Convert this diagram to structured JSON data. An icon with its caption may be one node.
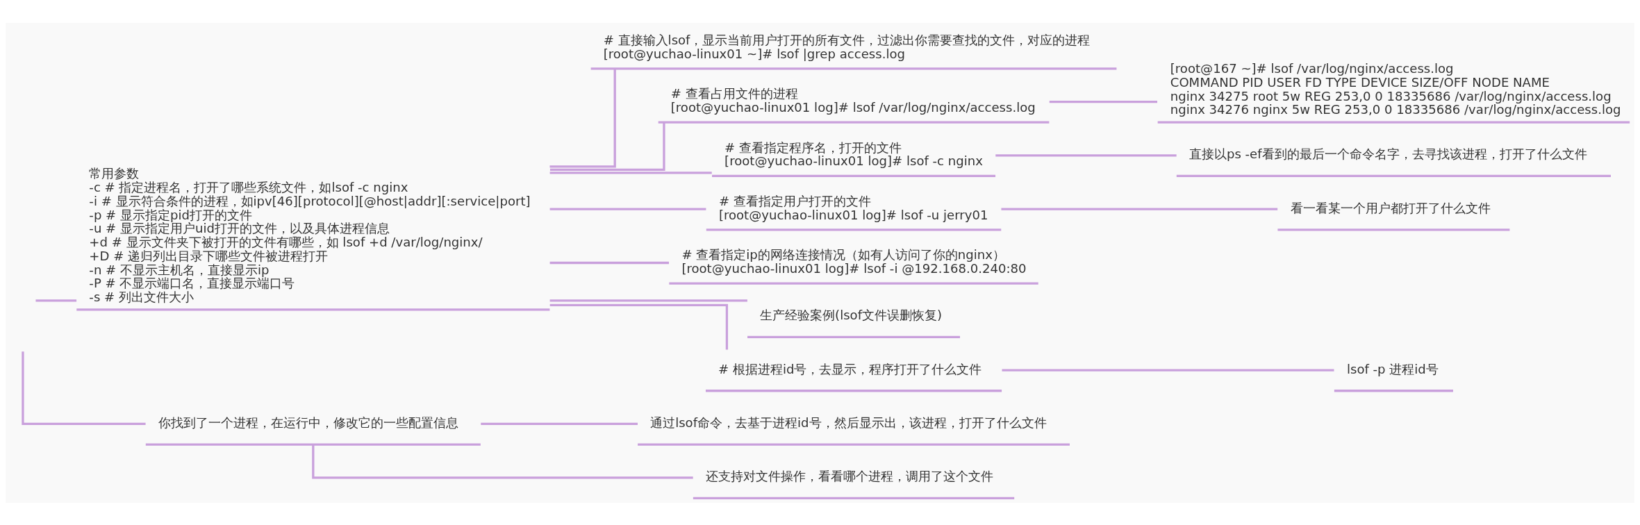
{
  "diagram": {
    "nodes": [
      {
        "text": [
          "常用参数",
          "-c # 指定进程名，打开了哪些系统文件，如lsof -c nginx",
          "-i # 显示符合条件的进程，如ipv[46][protocol][@host|addr][:service|port]",
          "-p # 显示指定pid打开的文件",
          "-u # 显示指定用户uid打开的文件，以及具体进程信息",
          "+d # 显示文件夹下被打开的文件有哪些，如 lsof +d /var/log/nginx/",
          "+D # 递归列出目录下哪些文件被进程打开",
          "-n # 不显示主机名，直接显示ip",
          "-P # 不显示端口名，直接显示端口号",
          "-s # 列出文件大小"
        ]
      },
      {
        "text": [
          "# 直接输入lsof，显示当前用户打开的所有文件，过滤出你需要查找的文件，对应的进程",
          "[root@yuchao-linux01 ~]# lsof |grep access.log"
        ]
      },
      {
        "text": [
          "# 查看占用文件的进程",
          "[root@yuchao-linux01 log]# lsof /var/log/nginx/access.log"
        ]
      },
      {
        "text": [
          "[root@167 ~]# lsof /var/log/nginx/access.log",
          "COMMAND PID USER FD TYPE DEVICE SIZE/OFF NODE NAME",
          "nginx 34275 root 5w REG 253,0 0 18335686 /var/log/nginx/access.log",
          "nginx 34276 nginx 5w REG 253,0 0 18335686 /var/log/nginx/access.log"
        ]
      },
      {
        "text": [
          "# 查看指定程序名，打开的文件",
          "[root@yuchao-linux01 log]# lsof -c nginx"
        ]
      },
      {
        "text": [
          "直接以ps -ef看到的最后一个命令名字，去寻找该进程，打开了什么文件"
        ]
      },
      {
        "text": [
          "# 查看指定用户打开的文件",
          "[root@yuchao-linux01 log]# lsof -u jerry01"
        ]
      },
      {
        "text": [
          "看一看某一个用户都打开了什么文件"
        ]
      },
      {
        "text": [
          "# 查看指定ip的网络连接情况（如有人访问了你的nginx）",
          "[root@yuchao-linux01 log]# lsof -i @192.168.0.240:80"
        ]
      },
      {
        "text": [
          "生产经验案例(lsof文件误删恢复)"
        ]
      },
      {
        "text": [
          "# 根据进程id号，去显示，程序打开了什么文件"
        ]
      },
      {
        "text": [
          "lsof -p 进程id号"
        ]
      },
      {
        "text": [
          "你找到了一个进程，在运行中，修改它的一些配置信息"
        ]
      },
      {
        "text": [
          "通过lsof命令，去基于进程id号，然后显示出，该进程，打开了什么文件"
        ]
      },
      {
        "text": [
          "还支持对文件操作，看看哪个进程，调用了这个文件"
        ]
      }
    ],
    "edges": [
      {
        "from": null,
        "to": 0,
        "arrow": "none"
      },
      {
        "from": null,
        "to": 12,
        "arrow": "none"
      },
      {
        "from": 0,
        "to": 1,
        "arrow": "none"
      },
      {
        "from": 0,
        "to": 2,
        "arrow": "none"
      },
      {
        "from": 0,
        "to": 4,
        "arrow": "none"
      },
      {
        "from": 0,
        "to": 6,
        "arrow": "none"
      },
      {
        "from": 0,
        "to": 8,
        "arrow": "none"
      },
      {
        "from": 0,
        "to": 9,
        "arrow": "none"
      },
      {
        "from": 0,
        "to": 10,
        "arrow": "none"
      },
      {
        "from": 2,
        "to": 3,
        "arrow": "none"
      },
      {
        "from": 4,
        "to": 5,
        "arrow": "none"
      },
      {
        "from": 6,
        "to": 7,
        "arrow": "none"
      },
      {
        "from": 10,
        "to": 11,
        "arrow": "none"
      },
      {
        "from": 12,
        "to": 13,
        "arrow": "none"
      },
      {
        "from": 12,
        "to": 14,
        "arrow": "none"
      }
    ]
  }
}
